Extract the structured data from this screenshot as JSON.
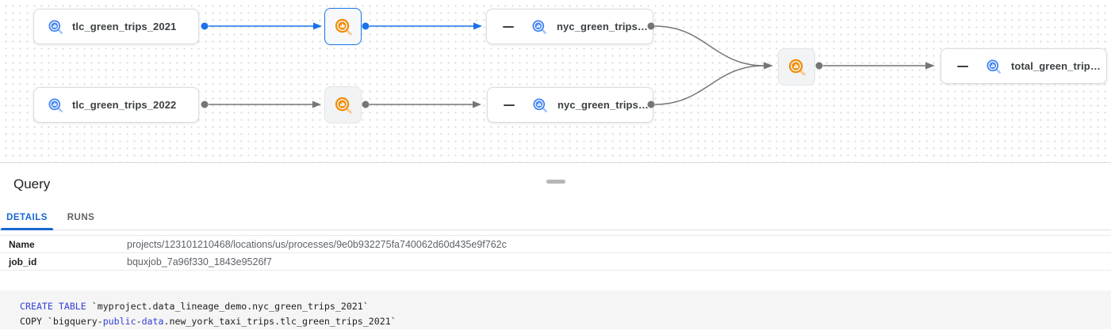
{
  "graph": {
    "nodes": [
      {
        "id": "tlc_green_trips_2021",
        "type": "table",
        "label": "tlc_green_trips_2021"
      },
      {
        "id": "process_1",
        "type": "process",
        "selected": true
      },
      {
        "id": "nyc_green_trips_2021",
        "type": "table",
        "label": "nyc_green_trips…",
        "collapsible": true
      },
      {
        "id": "tlc_green_trips_2022",
        "type": "table",
        "label": "tlc_green_trips_2022"
      },
      {
        "id": "process_2",
        "type": "process",
        "selected": false
      },
      {
        "id": "nyc_green_trips_2022",
        "type": "table",
        "label": "nyc_green_trips…",
        "collapsible": true
      },
      {
        "id": "process_merge",
        "type": "process",
        "selected": false
      },
      {
        "id": "total_green_trips",
        "type": "table",
        "label": "total_green_trip…",
        "collapsible": true
      }
    ],
    "colors": {
      "selected_edge": "#1a73e8",
      "edge_gray": "#757575",
      "table_icon_blue": "#4285f4",
      "process_icon_orange": "#f18c05",
      "node_border": "#dadce0"
    }
  },
  "panel": {
    "title": "Query",
    "tabs": [
      {
        "label": "DETAILS",
        "active": true
      },
      {
        "label": "RUNS",
        "active": false
      }
    ],
    "details": [
      {
        "label": "Name",
        "value": "projects/123101210468/locations/us/processes/9e0b932275fa740062d60d435e9f762c"
      },
      {
        "label": "job_id",
        "value": "bquxjob_7a96f330_1843e9526f7"
      }
    ],
    "code": {
      "lines": [
        [
          {
            "text": "CREATE TABLE",
            "type": "keyword"
          },
          {
            "text": " `myproject.data_lineage_demo.nyc_green_trips_2021`",
            "type": "plain"
          }
        ],
        [
          {
            "text": "COPY `bigquery-",
            "type": "plain"
          },
          {
            "text": "public",
            "type": "keyword"
          },
          {
            "text": "-",
            "type": "plain"
          },
          {
            "text": "data",
            "type": "keyword"
          },
          {
            "text": ".new_york_taxi_trips.tlc_green_trips_2021`",
            "type": "plain"
          }
        ]
      ]
    }
  }
}
